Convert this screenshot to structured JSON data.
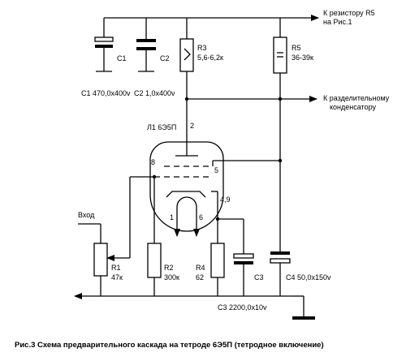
{
  "labels": {
    "to_r5": "К резистору R5",
    "to_r5_2": "на Рис.1",
    "to_cap": "К разделительному",
    "to_cap_2": "конденсатору",
    "tube": "Л1 6Э5П",
    "input": "Вход",
    "c1": "С1",
    "c2": "С2",
    "c3": "С3",
    "r3": "R3",
    "r3_val": "5,6-6,2к",
    "r5": "R5",
    "r5_val": "36-39к",
    "c1_val": "С1 470,0х400v",
    "c2_val": "С2 1,0х400v",
    "c3_val": "С3 2200,0х10v",
    "c4_val": "С4 50,0х150v",
    "r1": "R1",
    "r1_val": "47к",
    "r2": "R2",
    "r2_val": "300к",
    "r4": "R4",
    "r4_val": "62",
    "pin2": "2",
    "pin8": "8",
    "pin5": "5",
    "pin49": "4,9",
    "pin1": "1",
    "pin6": "6"
  },
  "caption": "Рис.3 Схема предварительного каскада на тетроде 6Э5П (тетродное включение)"
}
